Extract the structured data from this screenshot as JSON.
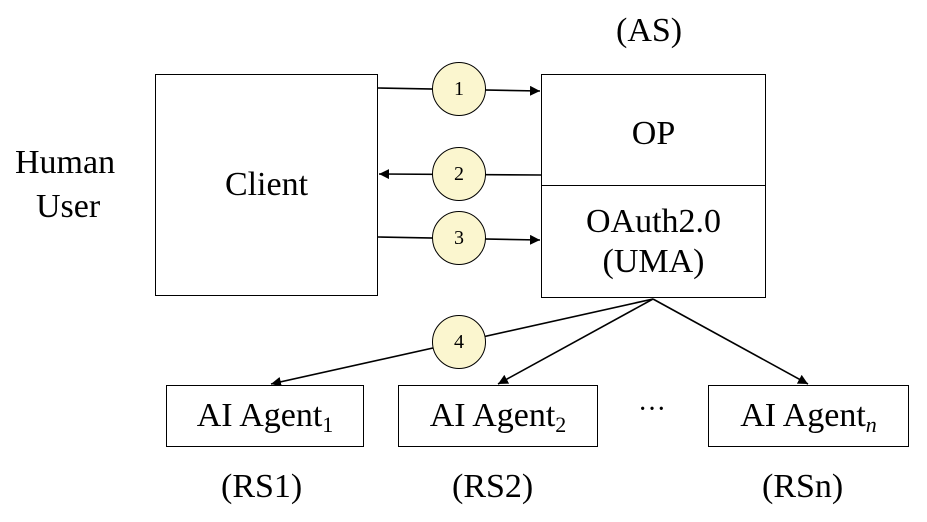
{
  "labels": {
    "as": "(AS)",
    "human_line1": "Human",
    "human_line2": "User",
    "rs1": "(RS1)",
    "rs2": "(RS2)",
    "rsn": "(RSn)",
    "ellipsis": "···"
  },
  "boxes": {
    "client": "Client",
    "op": "OP",
    "oauth_line1": "OAuth2.0",
    "oauth_line2": "(UMA)"
  },
  "agents": [
    {
      "text": "AI Agent",
      "sub": "1"
    },
    {
      "text": "AI Agent",
      "sub": "2"
    },
    {
      "text": "AI Agent",
      "sub": "n"
    }
  ],
  "steps": [
    "1",
    "2",
    "3",
    "4"
  ],
  "colors": {
    "step_circle_fill": "#fbf6cf",
    "stroke": "#000000"
  }
}
